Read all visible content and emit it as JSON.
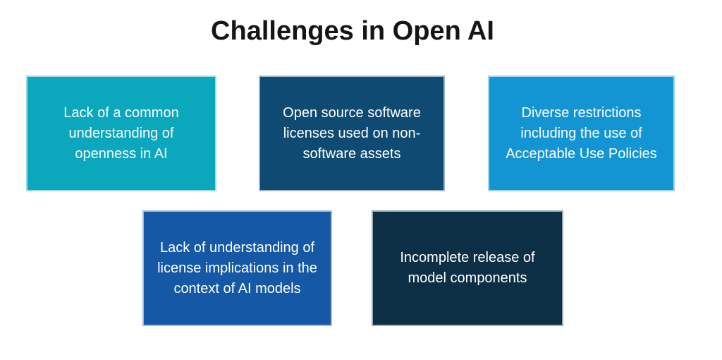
{
  "title": "Challenges in Open AI",
  "colors": {
    "background": "#ffffff",
    "title_text": "#151515",
    "box_text": "#ffffff",
    "box_border": "rgba(255,255,255,0.6)",
    "box_teal": "#0ba7bd",
    "box_dark_blue": "#0f4a72",
    "box_medium_blue": "#1495d3",
    "box_royal_blue": "#1558a6",
    "box_navy": "#0d2f45"
  },
  "boxes": [
    {
      "name": "lack-common-understanding",
      "label": "Lack of a common understanding of openness in AI",
      "bg": "#0ba7bd"
    },
    {
      "name": "oss-licenses-non-software",
      "label": "Open source software licenses used on non-software assets",
      "bg": "#0f4a72"
    },
    {
      "name": "diverse-restrictions-aup",
      "label": "Diverse restrictions including the use of Acceptable Use Policies",
      "bg": "#1495d3"
    },
    {
      "name": "license-implications-ai-models",
      "label": "Lack of understanding of license implications in the context of AI models",
      "bg": "#1558a6"
    },
    {
      "name": "incomplete-model-release",
      "label": "Incomplete release of model components",
      "bg": "#0d2f45"
    }
  ]
}
